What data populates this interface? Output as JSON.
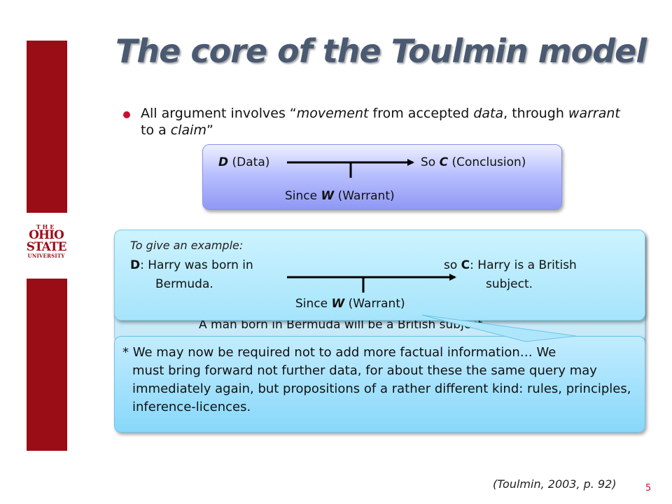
{
  "slide": {
    "title": "The core of the Toulmin model",
    "logo": {
      "line1": "THE",
      "line2": "OHIO",
      "line3": "STATE",
      "line4": "UNIVERSITY"
    },
    "bullet": {
      "part1": "All argument involves “",
      "movement": "movement",
      "part2": " from accepted ",
      "data": "data",
      "part3": ", through ",
      "warrant": "warrant",
      "part4": " to a ",
      "claim": "claim",
      "part5": "”"
    },
    "model_box": {
      "data_letter": "D",
      "data_label": " (Data)",
      "conclusion_prefix": "So ",
      "conclusion_letter": "C",
      "conclusion_label": " (Conclusion)",
      "warrant_prefix": "Since ",
      "warrant_letter": "W",
      "warrant_label": " (Warrant)"
    },
    "example_box": {
      "heading": "To give an example:",
      "data_letter": "D",
      "data_line1": ":  Harry was born in",
      "data_line2": "Bermuda.",
      "claim_prefix": "so ",
      "claim_letter": "C",
      "claim_line1": ":  Harry is a British",
      "claim_line2": "subject.",
      "warrant_prefix": "Since ",
      "warrant_letter": "W",
      "warrant_label": " (Warrant)",
      "underlying_warrant": "A man born in Bermuda will be a British subject."
    },
    "quote": {
      "line1": "* We may now be required not to add more factual information… We",
      "rest": "must bring forward not further data, for about these the same query may immediately again, but propositions of a rather different kind: rules, principles, inference-licences."
    },
    "reference": "(Toulmin, 2003, p. 92)",
    "page_number": "5"
  },
  "colors": {
    "bar": "#9a0c16",
    "title": "#4a5a72",
    "bullet": "#c8102e",
    "model_box": "#b9c0ff",
    "example_box": "#a6e4fb",
    "quote_box": "#88d8fa"
  }
}
